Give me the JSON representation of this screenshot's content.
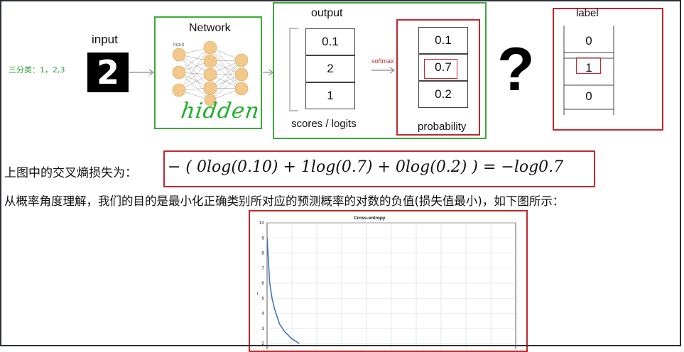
{
  "diagram": {
    "input_label": "input",
    "input_digit": "2",
    "three_class_note": "三分类：1，2,3",
    "network_label": "Network",
    "network_input_label": "input",
    "hidden_label": "hidden",
    "output_label": "output",
    "scores": [
      "0.1",
      "2",
      "1"
    ],
    "scores_label": "scores / logits",
    "softmax_label": "softmax",
    "probabilities": [
      "0.1",
      "0.7",
      "0.2"
    ],
    "probability_label": "probability",
    "question_mark": "?",
    "label_title": "label",
    "labels": [
      "0",
      "1",
      "0"
    ]
  },
  "text": {
    "loss_prefix": "上图中的交叉熵损失为：",
    "loss_formula": "− ( 0log(0.10) + 1log(0.7) + 0log(0.2) ) = −log0.7",
    "explanation": "从概率角度理解，我们的目的是最小化正确类别所对应的预测概率的对数的负值(损失值最小)，如下图所示："
  },
  "chart_data": {
    "type": "line",
    "title": "Cross-entropy",
    "ylim": [
      2,
      10
    ],
    "yticks": [
      "10",
      "9",
      "8",
      "7",
      "6",
      "5",
      "4",
      "3",
      "2"
    ],
    "xlim": [
      0,
      1
    ],
    "ylabel": "l",
    "series": [
      {
        "x": [
          0.001,
          0.002,
          0.005,
          0.01,
          0.02,
          0.03,
          0.05,
          0.07,
          0.1,
          0.13
        ],
        "values": [
          9.0,
          8.5,
          7.6,
          6.1,
          5.0,
          4.3,
          3.3,
          2.8,
          2.3,
          2.0
        ],
        "color": "#3b78c2"
      }
    ],
    "grid": true
  },
  "colors": {
    "red": "#c0282e",
    "green": "#3daa3a",
    "note_green": "#2e9c3a",
    "curve_blue": "#3b78c2"
  }
}
